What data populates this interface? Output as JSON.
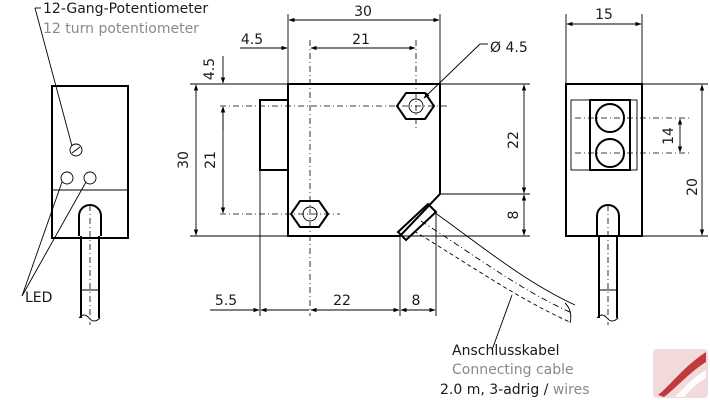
{
  "callouts": {
    "potentiometer_de": "12-Gang-Potentiometer",
    "potentiometer_en": "12 turn potentiometer",
    "led": "LED",
    "cable_de": "Anschlusskabel",
    "cable_en": "Connecting cable",
    "cable_spec_prefix": "2.0 m, 3-adrig / ",
    "cable_spec_suffix": "wires"
  },
  "front_view": {
    "dim_top_width": "30",
    "dim_hole_spacing_h": "21",
    "dim_hole_offset_x": "4.5",
    "dim_hole_offset_y": "4.5",
    "dim_hole_diameter": "Ø 4.5",
    "dim_height_left": "30",
    "dim_hole_spacing_v": "21",
    "dim_right_upper": "22",
    "dim_right_lower": "8",
    "dim_bottom_a": "5.5",
    "dim_bottom_b": "22",
    "dim_bottom_c": "8"
  },
  "side_view": {
    "dim_width": "15",
    "dim_lens_height": "14",
    "dim_height": "20"
  },
  "colors": {
    "line": "#000000",
    "text": "#1a1a1a",
    "secondary_text": "#8a8a8a",
    "logo": "#c0393b"
  },
  "icons": [
    "logo-icon"
  ]
}
